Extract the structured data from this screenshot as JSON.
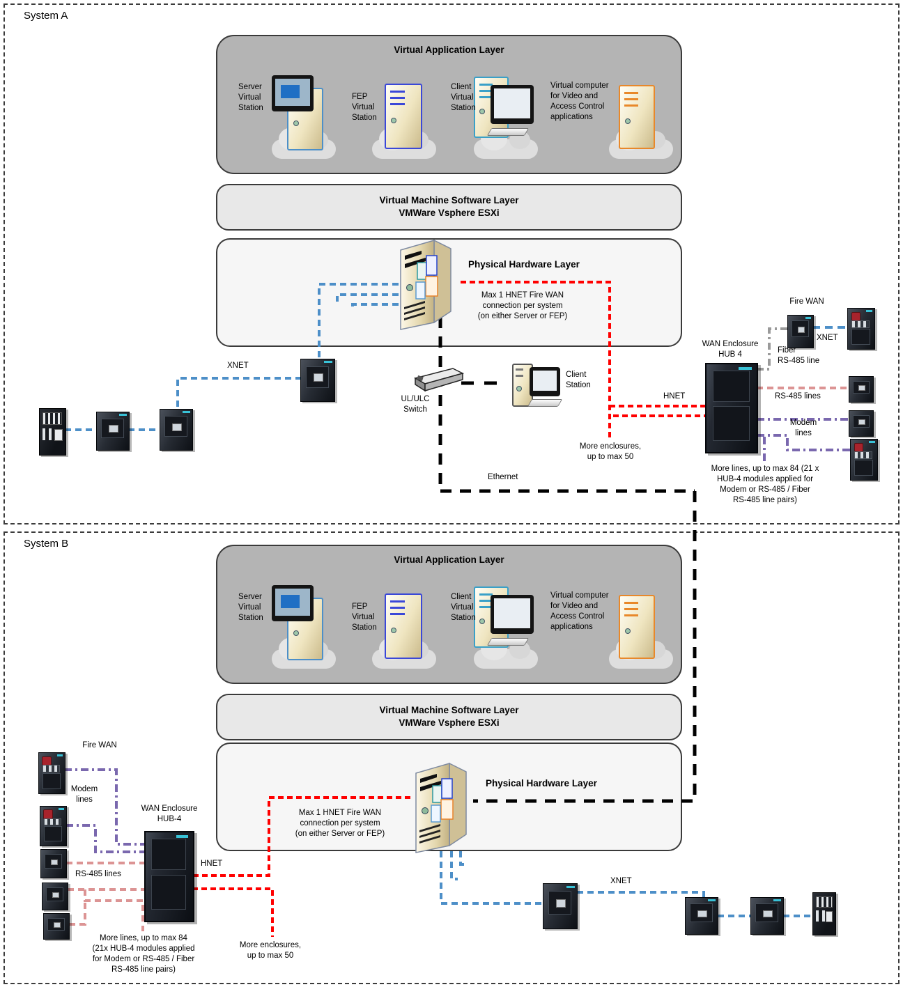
{
  "systems": {
    "a_title": "System A",
    "b_title": "System B"
  },
  "layers": {
    "virtual_app_title": "Virtual Application Layer",
    "vm_line1": "Virtual Machine Software Layer",
    "vm_line2": "VMWare Vsphere ESXi",
    "physical_title": "Physical Hardware Layer"
  },
  "stations": {
    "server": "Server\nVirtual\nStation",
    "fep": "FEP\nVirtual\nStation",
    "client": "Client\nVirtual\nStation",
    "virtual_computer": "Virtual computer\nfor Video and\nAccess Control\napplications"
  },
  "notes": {
    "max_hnet": "Max 1 HNET Fire WAN\nconnection per system\n(on either Server or FEP)",
    "more_enclosures": "More enclosures,\nup to max 50",
    "more_lines_a": "More lines, up to max 84 (21 x\nHUB-4 modules applied for\nModem or RS-485 / Fiber\nRS-485 line pairs)",
    "more_lines_b": "More lines, up to max 84\n(21x HUB-4 modules applied\nfor Modem or RS-485 / Fiber\nRS-485 line pairs)"
  },
  "net_labels": {
    "xnet": "XNET",
    "hnet": "HNET",
    "ethernet": "Ethernet",
    "fire_wan": "Fire WAN",
    "fiber_rs485": "Fiber\nRS-485 line",
    "rs485_lines": "RS-485 lines",
    "modem_lines": "Modem\nlines"
  },
  "devices": {
    "ul_ulc_switch": "UL/ULC\nSwitch",
    "client_station": "Client\nStation",
    "wan_enclosure_a": "WAN Enclosure\nHUB 4",
    "wan_enclosure_b": "WAN Enclosure\nHUB-4"
  },
  "colors": {
    "xnet_blue": "#4D8FC8",
    "hnet_red": "#FF0000",
    "rs485_salmon": "#DC9494",
    "modem_purple": "#7A68AE",
    "fiber_gray": "#9A9A9A",
    "ethernet_black": "#000000",
    "virtual_app_gray": "#B4B4B4",
    "vm_layer_gray": "#E8E8E8",
    "physical_layer_white": "#F6F6F6"
  }
}
